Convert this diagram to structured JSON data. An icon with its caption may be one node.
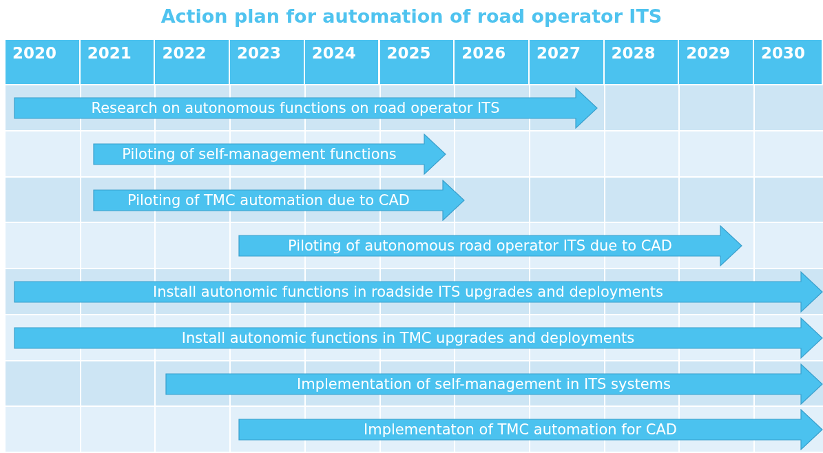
{
  "diagram": {
    "title": "Action plan for automation of road operator ITS",
    "nodes": [
      {
        "text": [
          "Research on autonomous functions on road operator ITS"
        ]
      },
      {
        "text": [
          "Piloting of self-management functions"
        ]
      },
      {
        "text": [
          "Piloting of TMC automation due to CAD"
        ]
      },
      {
        "text": [
          "Piloting of autonomous road operator ITS due to CAD"
        ]
      },
      {
        "text": [
          "Install autonomic functions in roadside ITS upgrades and deployments"
        ]
      },
      {
        "text": [
          "Install autonomic functions in TMC upgrades and deployments"
        ]
      },
      {
        "text": [
          "Implementation of self-management in ITS systems"
        ]
      },
      {
        "text": [
          "Implementaton of TMC automation for CAD"
        ]
      }
    ],
    "edges": [],
    "labels": [
      "2020",
      "2021",
      "2022",
      "2023",
      "2024",
      "2025",
      "2026",
      "2027",
      "2028",
      "2029",
      "2030"
    ]
  }
}
